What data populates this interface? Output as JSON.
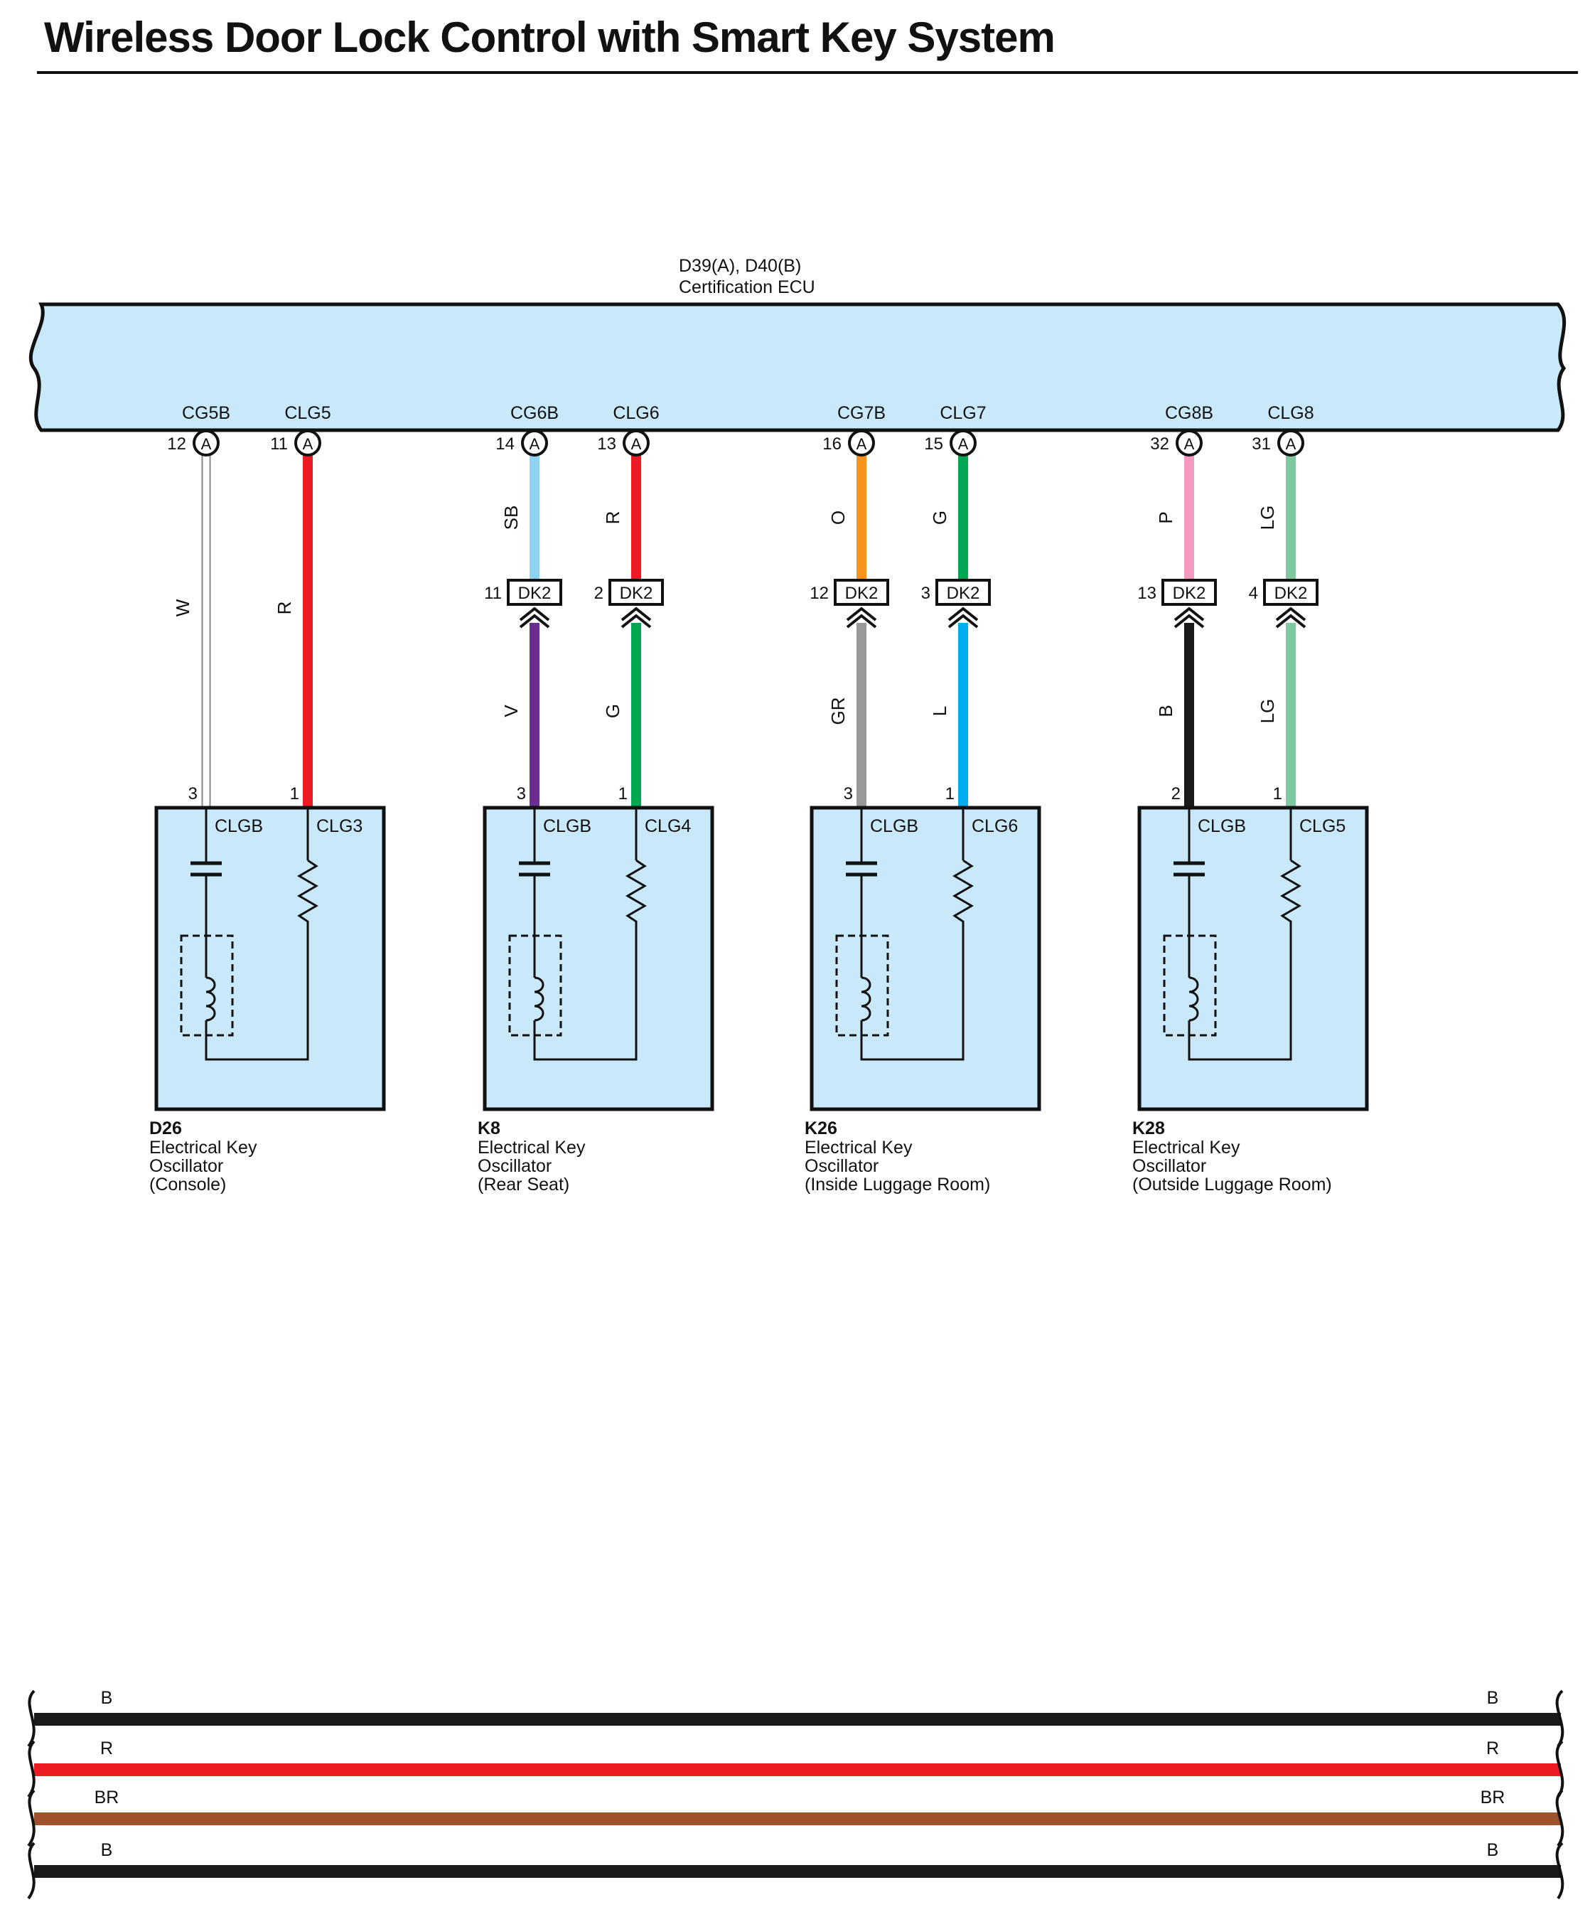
{
  "page": {
    "title": "Wireless Door Lock Control with Smart Key System"
  },
  "ecu": {
    "designator": "D39(A), D40(B)",
    "name": "Certification ECU"
  },
  "colors": {
    "W": "#ffffff",
    "R": "#ed1c24",
    "SB": "#8fd3f4",
    "V": "#6b2d8f",
    "G": "#00a651",
    "O": "#f7941d",
    "GR": "#999999",
    "L": "#00aeef",
    "P": "#f49ac1",
    "B": "#1a1a1a",
    "LG": "#7fc8a0",
    "BR": "#a0522d",
    "fill": "#c9e9fa"
  },
  "groups": [
    {
      "oscillator": {
        "code": "D26",
        "l1": "Electrical Key",
        "l2": "Oscillator",
        "l3": "(Console)"
      },
      "wires": [
        {
          "terminal": "CG5B",
          "pin": "12",
          "conn": "A",
          "upper": "W",
          "dk": null,
          "lower": "W",
          "osc_pin": "3",
          "osc_term": "CLGB"
        },
        {
          "terminal": "CLG5",
          "pin": "11",
          "conn": "A",
          "upper": "R",
          "dk": null,
          "lower": "R",
          "osc_pin": "1",
          "osc_term": "CLG3"
        }
      ]
    },
    {
      "oscillator": {
        "code": "K8",
        "l1": "Electrical Key",
        "l2": "Oscillator",
        "l3": "(Rear Seat)"
      },
      "wires": [
        {
          "terminal": "CG6B",
          "pin": "14",
          "conn": "A",
          "upper": "SB",
          "dk": {
            "pin": "11",
            "label": "DK2"
          },
          "lower": "V",
          "osc_pin": "3",
          "osc_term": "CLGB"
        },
        {
          "terminal": "CLG6",
          "pin": "13",
          "conn": "A",
          "upper": "R",
          "dk": {
            "pin": "2",
            "label": "DK2"
          },
          "lower": "G",
          "osc_pin": "1",
          "osc_term": "CLG4"
        }
      ]
    },
    {
      "oscillator": {
        "code": "K26",
        "l1": "Electrical Key",
        "l2": "Oscillator",
        "l3": "(Inside Luggage Room)"
      },
      "wires": [
        {
          "terminal": "CG7B",
          "pin": "16",
          "conn": "A",
          "upper": "O",
          "dk": {
            "pin": "12",
            "label": "DK2"
          },
          "lower": "GR",
          "osc_pin": "3",
          "osc_term": "CLGB"
        },
        {
          "terminal": "CLG7",
          "pin": "15",
          "conn": "A",
          "upper": "G",
          "dk": {
            "pin": "3",
            "label": "DK2"
          },
          "lower": "L",
          "osc_pin": "1",
          "osc_term": "CLG6"
        }
      ]
    },
    {
      "oscillator": {
        "code": "K28",
        "l1": "Electrical Key",
        "l2": "Oscillator",
        "l3": "(Outside Luggage Room)"
      },
      "wires": [
        {
          "terminal": "CG8B",
          "pin": "32",
          "conn": "A",
          "upper": "P",
          "dk": {
            "pin": "13",
            "label": "DK2"
          },
          "lower": "B",
          "osc_pin": "2",
          "osc_term": "CLGB"
        },
        {
          "terminal": "CLG8",
          "pin": "31",
          "conn": "A",
          "upper": "LG",
          "dk": {
            "pin": "4",
            "label": "DK2"
          },
          "lower": "LG",
          "osc_pin": "1",
          "osc_term": "CLG5"
        }
      ]
    }
  ],
  "bus": [
    {
      "color": "B",
      "left": "B",
      "right": "B"
    },
    {
      "color": "R",
      "left": "R",
      "right": "R"
    },
    {
      "color": "BR",
      "left": "BR",
      "right": "BR"
    },
    {
      "color": "B",
      "left": "B",
      "right": "B"
    }
  ]
}
